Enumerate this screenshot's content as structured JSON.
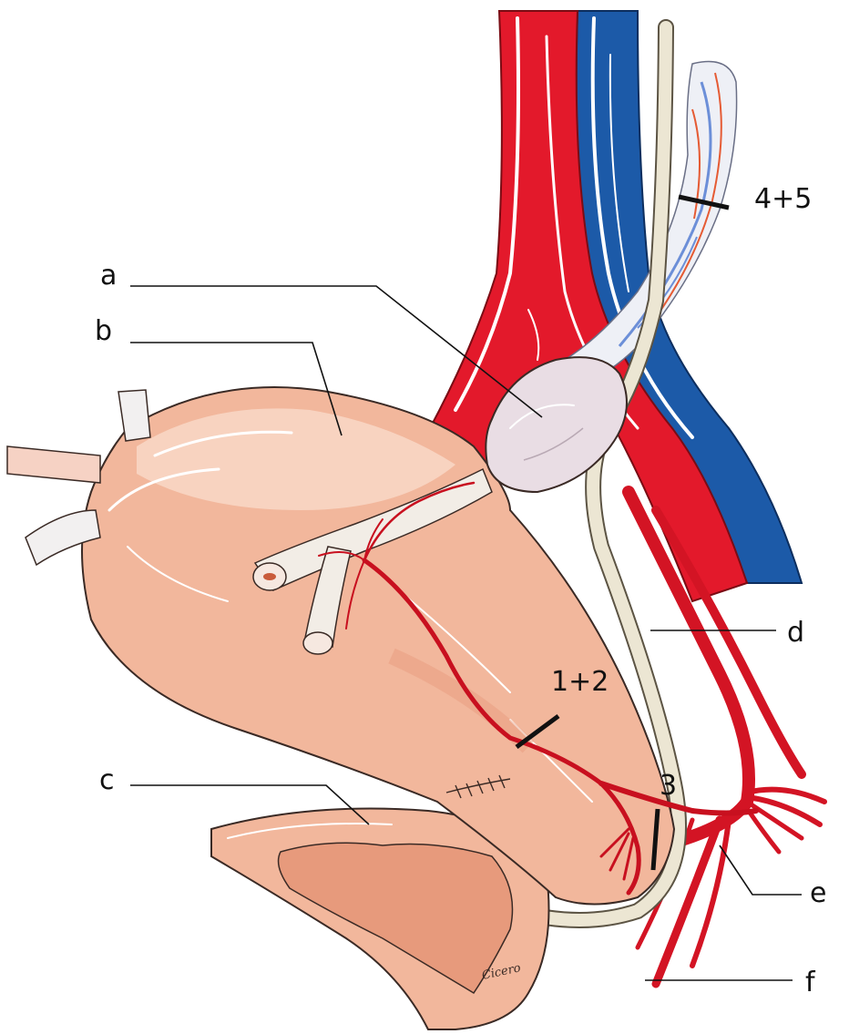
{
  "labels": {
    "a": "a",
    "b": "b",
    "c": "c",
    "d": "d",
    "e": "e",
    "f": "f",
    "cut_12": "1+2",
    "cut_3": "3",
    "cut_45": "4+5",
    "signature": "Cicero"
  },
  "colors": {
    "artery": "#e3192b",
    "vein": "#1c5aa8",
    "uterus": "#f2b79c",
    "uterus_light": "#f8d3c0",
    "ovary": "#e9dde4",
    "ureter": "#ece6d3",
    "outline": "#3a2a25"
  }
}
